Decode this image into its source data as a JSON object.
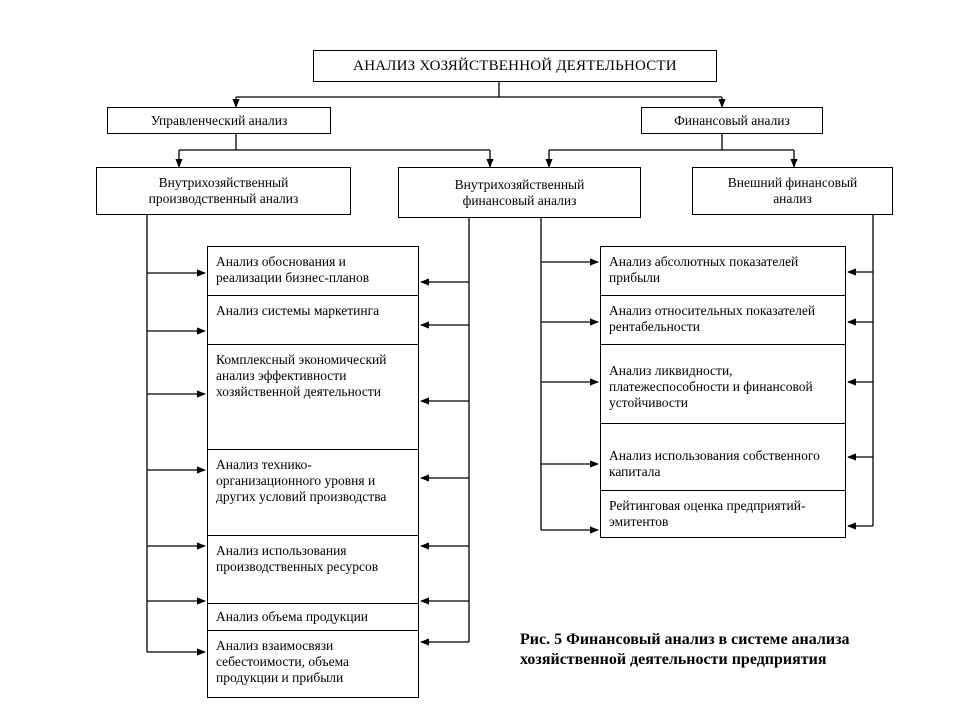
{
  "root": {
    "label": "АНАЛИЗ ХОЗЯЙСТВЕННОЙ ДЕЯТЕЛЬНОСТИ"
  },
  "level1": {
    "management": "Управленческий анализ",
    "financial": "Финансовый анализ"
  },
  "level2": {
    "internal_production": "Внутрихозяйственный производственный анализ",
    "internal_financial": "Внутрихозяйственный финансовый анализ",
    "external_financial": "Внешний финансовый анализ"
  },
  "left_items": [
    "Анализ обоснования и реализации бизнес-планов",
    "Анализ системы маркетинга",
    "Комплексный экономический анализ эффективности хозяйственной деятельности",
    "Анализ технико-организационного уровня и других условий производства",
    "Анализ использования производственных ресурсов",
    "Анализ объема продукции",
    "Анализ взаимосвязи себестоимости, объема продукции и прибыли"
  ],
  "right_items": [
    "Анализ абсолютных показателей прибыли",
    "Анализ относительных показателей рентабельности",
    "Анализ ликвидности, платежеспособности и финансовой устойчивости",
    "Анализ использования собственного капитала",
    "Рейтинговая оценка предприятий-эмитентов"
  ],
  "caption": "Рис. 5 Финансовый анализ в системе анализа хозяйственной деятельности предприятия"
}
